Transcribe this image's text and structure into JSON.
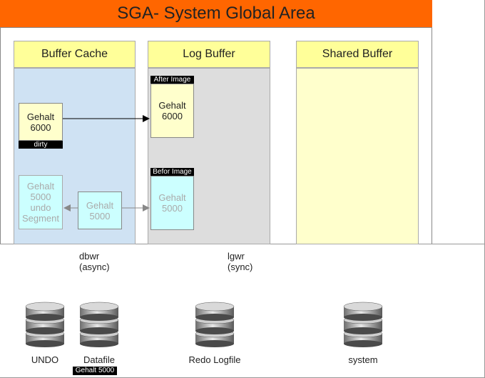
{
  "title": "SGA- System Global Area",
  "columns": {
    "buffer_cache": "Buffer Cache",
    "log_buffer": "Log Buffer",
    "shared_buffer": "Shared Buffer"
  },
  "buffer_cache": {
    "dirty_block": {
      "line1": "Gehalt",
      "line2": "6000",
      "tag": "dirty"
    },
    "undo_segment": {
      "line1": "Gehalt",
      "line2": "5000",
      "line3": "undo",
      "line4": "Segment"
    },
    "old_block": {
      "line1": "Gehalt",
      "line2": "5000"
    }
  },
  "log_buffer": {
    "after_image": {
      "tag": "After Image",
      "line1": "Gehalt",
      "line2": "6000"
    },
    "before_image": {
      "tag": "Befor Image",
      "line1": "Gehalt",
      "line2": "5000"
    }
  },
  "processes": {
    "dbwr": {
      "name": "dbwr",
      "mode": "(async)"
    },
    "lgwr": {
      "name": "lgwr",
      "mode": "(sync)"
    }
  },
  "databases": {
    "undo": "UNDO",
    "datafile": "Datafile",
    "datafile_tag": "Gehalt 5000",
    "redo": "Redo Logfile",
    "system": "system"
  },
  "colors": {
    "title_bg": "#ff6600",
    "header_bg": "#ffff99",
    "buffer_cache_bg": "#cfe2f3",
    "log_buffer_bg": "#dddddd",
    "shared_buffer_bg": "#ffffcc"
  }
}
